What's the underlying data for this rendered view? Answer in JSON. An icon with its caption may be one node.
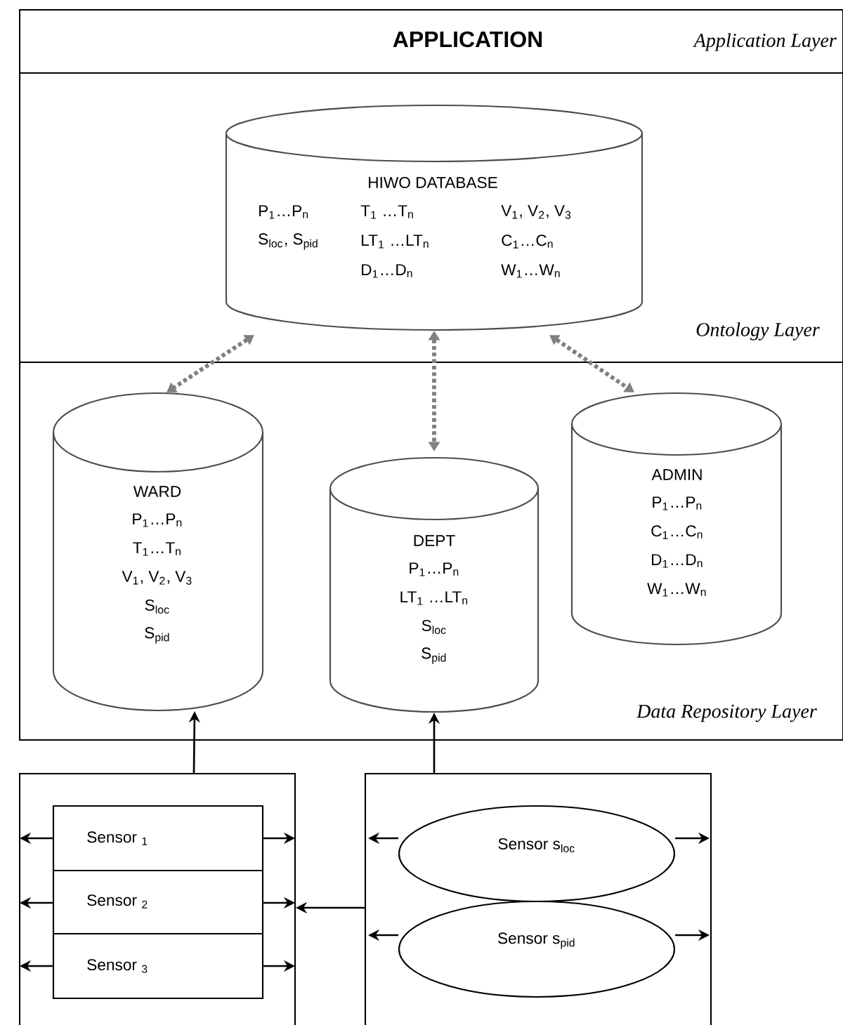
{
  "diagram": {
    "nodes": [
      {
        "text": [
          "APPLICATION",
          "Application Layer"
        ]
      },
      {
        "text": [
          "Ontology Layer"
        ]
      },
      {
        "text": [
          "HIWO DATABASE",
          "P$_{1}$…P$_{n}$",
          "T$_{1}$ …T$_{n}$",
          "V$_{1}$, V$_{2}$, V$_{3}$",
          "S$_{loc}$, S$_{pid}$",
          "LT$_{1}$ …LT$_{n}$",
          "C$_{1}$…C$_{n}$",
          "D$_{1}$…D$_{n}$",
          "W$_{1}$…W$_{n}$"
        ],
        "in": 1
      },
      {
        "text": [
          "Data Repository Layer"
        ]
      },
      {
        "text": [
          "WARD",
          "P$_{1}$…P$_{n}$",
          "T$_{1}$…T$_{n}$",
          "V$_{1}$, V$_{2}$, V$_{3}$",
          "S$_{loc}$",
          "S$_{pid}$"
        ],
        "in": 3
      },
      {
        "text": [
          "DEPT",
          "P$_{1}$…P$_{n}$",
          "LT$_{1}$ …LT$_{n}$",
          "S$_{loc}$",
          "S$_{pid}$"
        ],
        "in": 3
      },
      {
        "text": [
          "ADMIN",
          "P$_{1}$…P$_{n}$",
          "C$_{1}$…C$_{n}$",
          "D$_{1}$…D$_{n}$",
          "W$_{1}$…W$_{n}$"
        ],
        "in": 3
      },
      {
        "text": [],
        "shape": "box"
      },
      {
        "text": [
          "Sensor $_{1}$"
        ],
        "in": 7
      },
      {
        "text": [
          "Sensor $_{2}$"
        ],
        "in": 7
      },
      {
        "text": [
          "Sensor $_{3}$"
        ],
        "in": 7
      },
      {
        "text": [],
        "shape": "box"
      },
      {
        "text": [
          "Sensor s$_{loc}$"
        ],
        "in": 11
      },
      {
        "text": [
          "Sensor s$_{pid}$"
        ],
        "in": 11
      }
    ],
    "edges": [
      {
        "from": 2,
        "to": 4,
        "arrow": "both",
        "style": "dashed",
        "color": "#808080"
      },
      {
        "from": 2,
        "to": 5,
        "arrow": "both",
        "style": "dashed",
        "color": "#808080"
      },
      {
        "from": 2,
        "to": 6,
        "arrow": "both",
        "style": "dashed",
        "color": "#808080"
      },
      {
        "from": 7,
        "to": 4,
        "arrow": "to"
      },
      {
        "from": 11,
        "to": 5,
        "arrow": "to"
      },
      {
        "from": 11,
        "to": 7,
        "arrow": "to"
      },
      {
        "from": 8,
        "to": null,
        "arrow": "to"
      },
      {
        "from": 8,
        "to": null,
        "arrow": "to"
      },
      {
        "from": 9,
        "to": null,
        "arrow": "to"
      },
      {
        "from": 9,
        "to": null,
        "arrow": "to"
      },
      {
        "from": 10,
        "to": null,
        "arrow": "to"
      },
      {
        "from": 10,
        "to": null,
        "arrow": "to"
      },
      {
        "from": 12,
        "to": null,
        "arrow": "to"
      },
      {
        "from": 12,
        "to": null,
        "arrow": "to"
      },
      {
        "from": 13,
        "to": null,
        "arrow": "to"
      },
      {
        "from": 13,
        "to": null,
        "arrow": "to"
      }
    ]
  }
}
